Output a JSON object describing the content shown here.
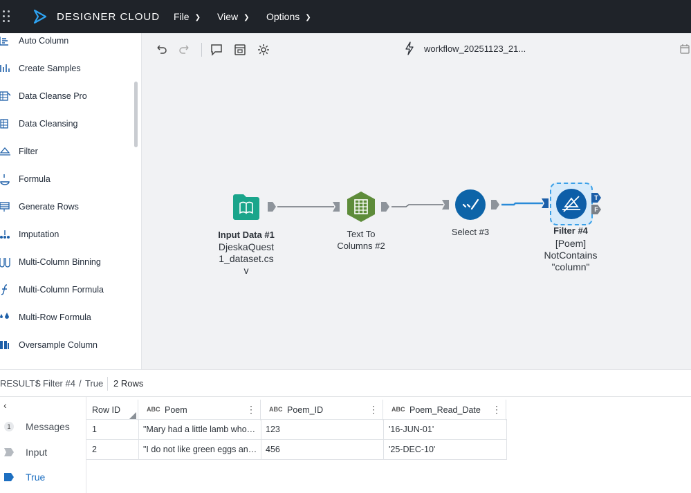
{
  "topbar": {
    "brand": "DESIGNER CLOUD",
    "menus": [
      {
        "label": "File"
      },
      {
        "label": "View"
      },
      {
        "label": "Options"
      }
    ]
  },
  "sidebar": {
    "items": [
      {
        "label": "Auto Column",
        "icon": "auto-column-icon"
      },
      {
        "label": "Create Samples",
        "icon": "create-samples-icon"
      },
      {
        "label": "Data Cleanse Pro",
        "icon": "data-cleanse-pro-icon"
      },
      {
        "label": "Data Cleansing",
        "icon": "data-cleansing-icon"
      },
      {
        "label": "Filter",
        "icon": "filter-icon"
      },
      {
        "label": "Formula",
        "icon": "formula-icon"
      },
      {
        "label": "Generate Rows",
        "icon": "generate-rows-icon"
      },
      {
        "label": "Imputation",
        "icon": "imputation-icon"
      },
      {
        "label": "Multi-Column Binning",
        "icon": "multi-column-binning-icon"
      },
      {
        "label": "Multi-Column Formula",
        "icon": "multi-column-formula-icon"
      },
      {
        "label": "Multi-Row Formula",
        "icon": "multi-row-formula-icon"
      },
      {
        "label": "Oversample Column",
        "icon": "oversample-column-icon"
      }
    ]
  },
  "canvas": {
    "workflow_title": "workflow_20251123_21...",
    "nodes": {
      "input": {
        "title": "Input Data #1",
        "subtitle": "DjeskaQuest\n1_dataset.cs\nv",
        "color": "#1aa58b"
      },
      "text_to_columns": {
        "title": "Text To\nColumns #2",
        "color": "#5e8c3a"
      },
      "select": {
        "title": "Select #3",
        "color": "#0d64a8"
      },
      "filter": {
        "title": "Filter #4",
        "subtitle": "[Poem]\nNotContains\n\"column\"",
        "color": "#0d5ea8",
        "true_anchor": "T",
        "false_anchor": "F"
      }
    }
  },
  "results": {
    "crumb_results": "RESULTS",
    "crumb_sep": "/",
    "crumb_tool": "Filter #4",
    "crumb_anchor": "True",
    "rows_count": "2 Rows",
    "left_items": [
      {
        "label": "Messages",
        "badge": "1"
      },
      {
        "label": "Input"
      },
      {
        "label": "True"
      }
    ],
    "columns": [
      {
        "label": "Row ID",
        "type": ""
      },
      {
        "label": "Poem",
        "type": "ABC"
      },
      {
        "label": "Poem_ID",
        "type": "ABC"
      },
      {
        "label": "Poem_Read_Date",
        "type": "ABC"
      }
    ],
    "rows": [
      [
        "1",
        "\"Mary had a little lamb whose...",
        "123",
        "'16-JUN-01'"
      ],
      [
        "2",
        "\"I do not like green eggs and h...",
        "456",
        "'25-DEC-10'"
      ]
    ]
  }
}
